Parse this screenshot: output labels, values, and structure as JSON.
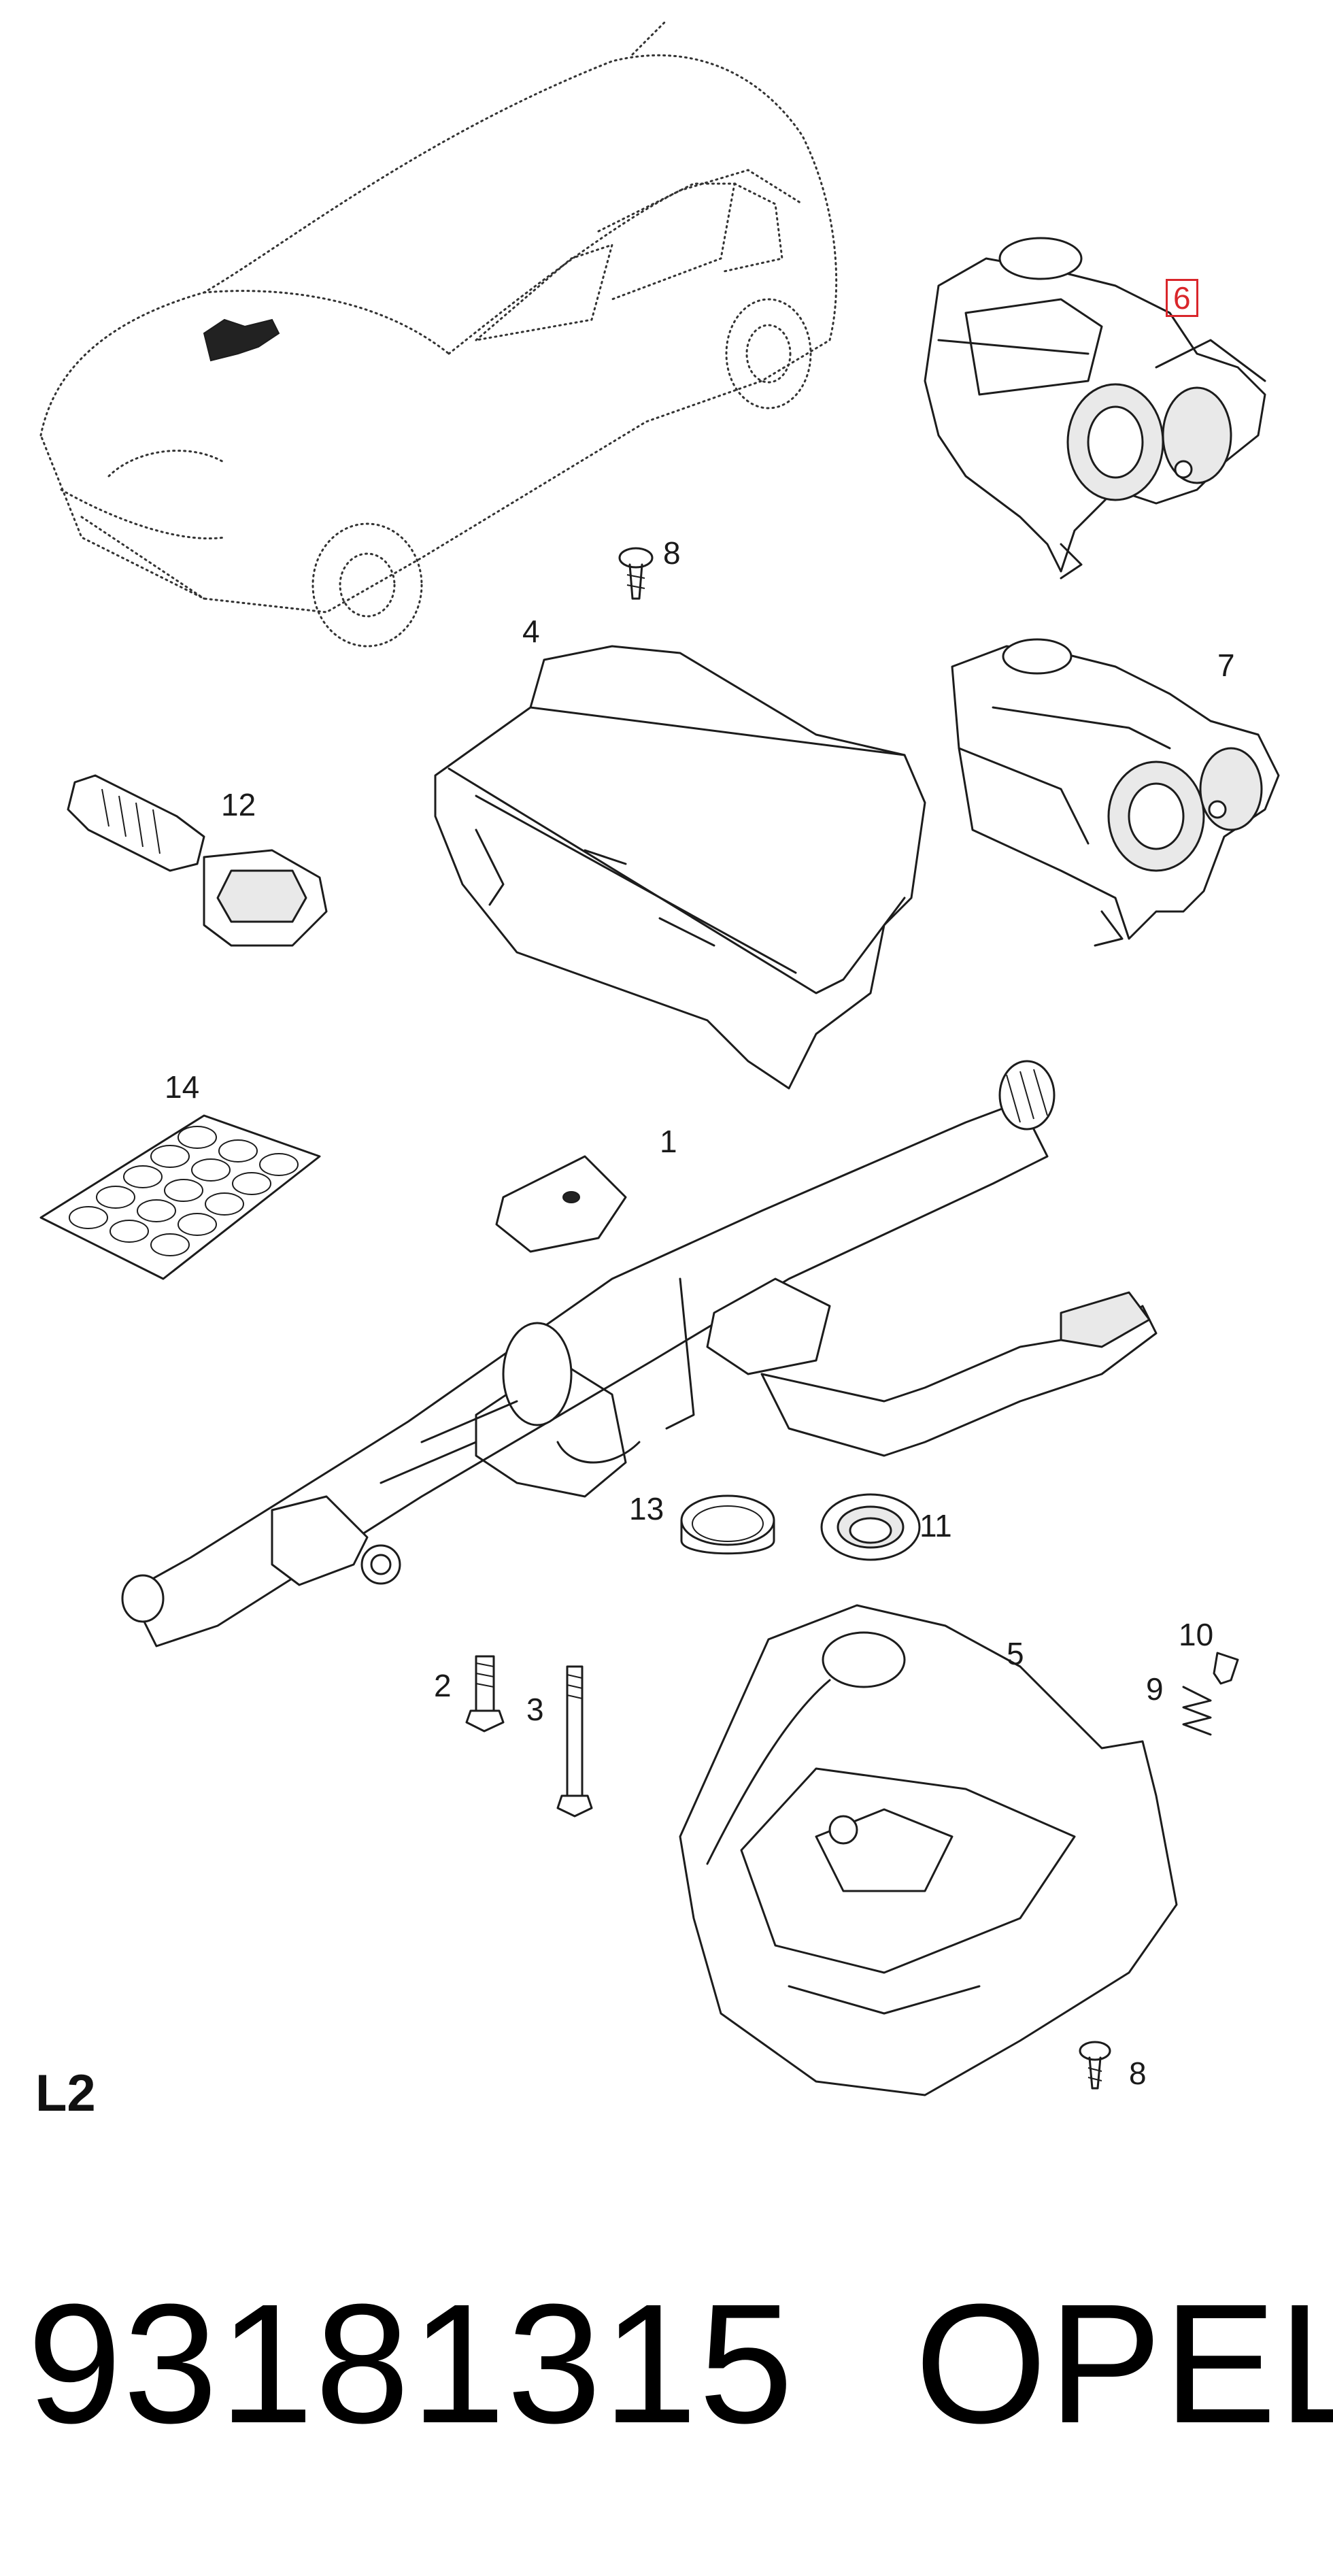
{
  "diagram": {
    "callouts": {
      "c1": "1",
      "c2": "2",
      "c3": "3",
      "c4": "4",
      "c5": "5",
      "c6": "6",
      "c7": "7",
      "c8a": "8",
      "c8b": "8",
      "c9": "9",
      "c10": "10",
      "c11": "11",
      "c12": "12",
      "c13": "13",
      "c14": "14"
    },
    "highlighted_callout": "6",
    "highlight_color": "#d9262b",
    "variant_label": "L2"
  },
  "footer": {
    "part_number": "93181315",
    "brand": "OPEL"
  }
}
